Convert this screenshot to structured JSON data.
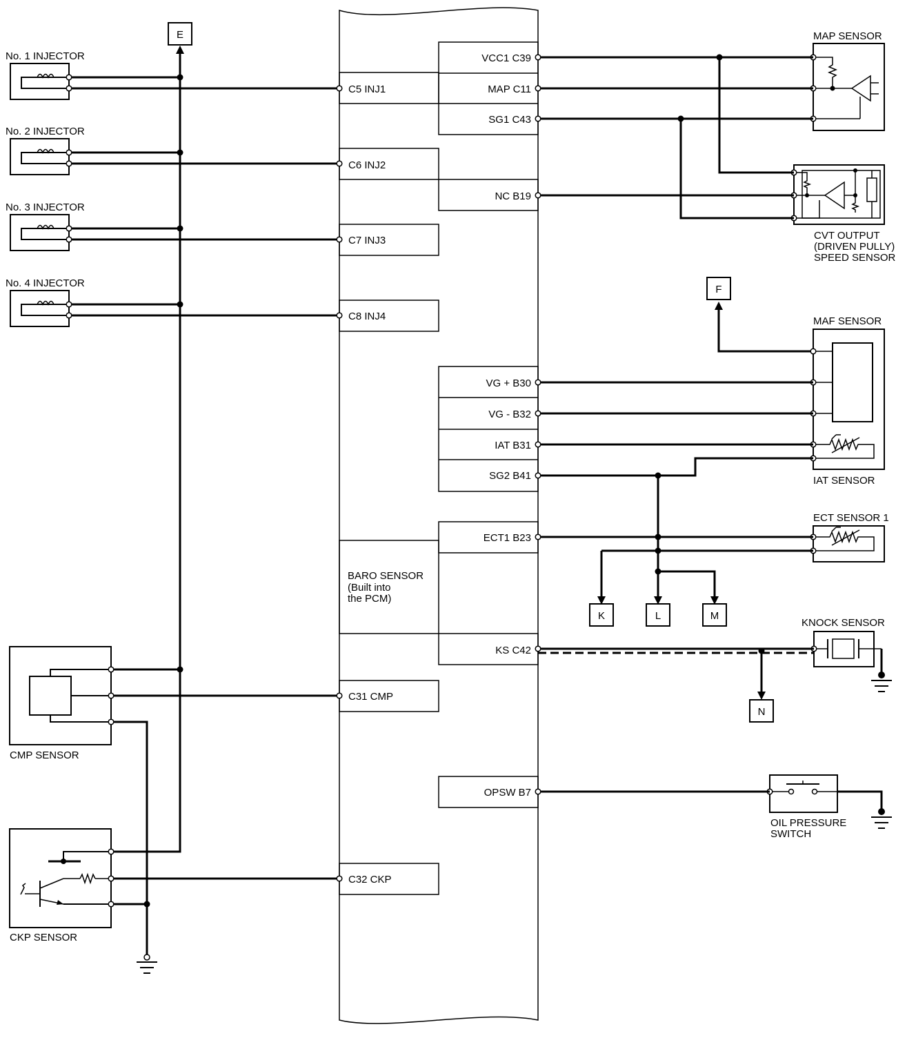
{
  "connectors": {
    "e": "E",
    "f": "F",
    "k": "K",
    "l": "L",
    "m": "M",
    "n": "N"
  },
  "components": {
    "injector1": "No. 1 INJECTOR",
    "injector2": "No. 2 INJECTOR",
    "injector3": "No. 3 INJECTOR",
    "injector4": "No. 4 INJECTOR",
    "cmp_sensor": "CMP SENSOR",
    "ckp_sensor": "CKP SENSOR",
    "map_sensor": "MAP SENSOR",
    "cvt_sensor": [
      "CVT OUTPUT",
      "(DRIVEN PULLY)",
      "SPEED SENSOR"
    ],
    "maf_sensor": "MAF SENSOR",
    "iat_sensor": "IAT SENSOR",
    "ect_sensor": "ECT SENSOR 1",
    "knock_sensor": "KNOCK SENSOR",
    "oil_pressure_switch": [
      "OIL PRESSURE",
      "SWITCH"
    ],
    "baro_sensor": [
      "BARO SENSOR",
      "(Built into",
      "the PCM)"
    ]
  },
  "pcm_left_pins": {
    "c5": "C5 INJ1",
    "c6": "C6 INJ2",
    "c7": "C7 INJ3",
    "c8": "C8 INJ4",
    "c31": "C31 CMP",
    "c32": "C32 CKP"
  },
  "pcm_right_pins": {
    "c39": "VCC1 C39",
    "c11": "MAP C11",
    "c43": "SG1 C43",
    "b19": "NC B19",
    "b30": "VG +  B30",
    "b32": "VG -  B32",
    "b31": "IAT B31",
    "b41": "SG2 B41",
    "b23": "ECT1 B23",
    "c42": "KS C42",
    "b7": "OPSW B7"
  }
}
